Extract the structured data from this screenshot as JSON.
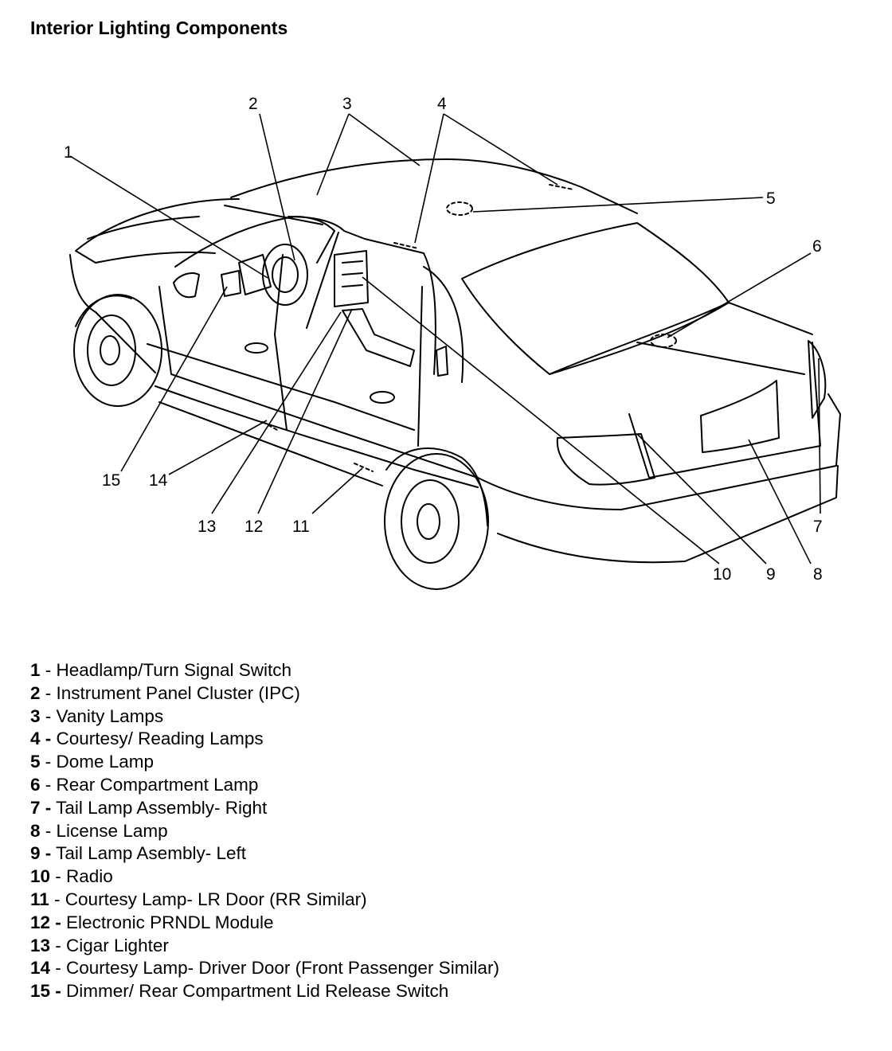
{
  "title": "Interior Lighting Components",
  "callouts": [
    {
      "id": "1",
      "label": "1"
    },
    {
      "id": "2",
      "label": "2"
    },
    {
      "id": "3",
      "label": "3"
    },
    {
      "id": "4",
      "label": "4"
    },
    {
      "id": "5",
      "label": "5"
    },
    {
      "id": "6",
      "label": "6"
    },
    {
      "id": "7",
      "label": "7"
    },
    {
      "id": "8",
      "label": "8"
    },
    {
      "id": "9",
      "label": "9"
    },
    {
      "id": "10",
      "label": "10"
    },
    {
      "id": "11",
      "label": "11"
    },
    {
      "id": "12",
      "label": "12"
    },
    {
      "id": "13",
      "label": "13"
    },
    {
      "id": "14",
      "label": "14"
    },
    {
      "id": "15",
      "label": "15"
    }
  ],
  "legend": [
    {
      "num": "1",
      "sep": " - ",
      "text": "Headlamp/Turn Signal Switch"
    },
    {
      "num": "2",
      "sep": " - ",
      "text": "Instrument Panel Cluster (IPC)"
    },
    {
      "num": "3",
      "sep": " - ",
      "text": "Vanity Lamps"
    },
    {
      "num": "4 -",
      "sep": " ",
      "text": "Courtesy/ Reading Lamps"
    },
    {
      "num": "5",
      "sep": " - ",
      "text": "Dome Lamp"
    },
    {
      "num": "6",
      "sep": " - ",
      "text": "Rear Compartment Lamp"
    },
    {
      "num": "7 -",
      "sep": " ",
      "text": "Tail Lamp Assembly- Right"
    },
    {
      "num": "8",
      "sep": " - ",
      "text": "License Lamp"
    },
    {
      "num": "9 -",
      "sep": " ",
      "text": "Tail Lamp Asembly- Left"
    },
    {
      "num": "10",
      "sep": " - ",
      "text": "Radio"
    },
    {
      "num": "11",
      "sep": " - ",
      "text": "Courtesy Lamp- LR Door (RR Similar)"
    },
    {
      "num": "12 -",
      "sep": " ",
      "text": "Electronic PRNDL Module"
    },
    {
      "num": "13",
      "sep": " - ",
      "text": "Cigar Lighter"
    },
    {
      "num": "14",
      "sep": " - ",
      "text": "Courtesy Lamp- Driver Door (Front Passenger Similar)"
    },
    {
      "num": "15 -",
      "sep": " ",
      "text": "Dimmer/ Rear Compartment Lid Release Switch"
    }
  ]
}
